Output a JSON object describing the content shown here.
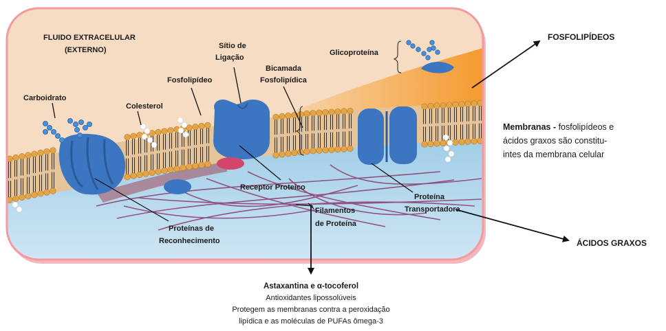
{
  "labels": {
    "fluido_line1": "FLUIDO EXTRACELULAR",
    "fluido_line2": "(EXTERNO)",
    "carboidrato": "Carboidrato",
    "colesterol": "Colesterol",
    "fosfolipideo": "Fosfolipídeo",
    "sitio_line1": "Sítio de",
    "sitio_line2": "Ligação",
    "bicamada_line1": "Bicamada",
    "bicamada_line2": "Fosfolipídica",
    "glicoproteina": "Glicoproteína",
    "receptor": "Receptor Proteico",
    "filamentos_line1": "Filamentos",
    "filamentos_line2": "de Proteína",
    "proteina_transp_line1": "Proteína",
    "proteina_transp_line2": "Transportadora",
    "reconhecimento_line1": "Proteínas de",
    "reconhecimento_line2": "Reconhecimento"
  },
  "side": {
    "fosfolipideos": "FOSFOLIPÍDEOS",
    "membranas_bold": "Membranas -",
    "membranas_line1": " fosfolipídeos e",
    "membranas_line2": "ácidos graxos são constitu-",
    "membranas_line3": "intes da membrana celular",
    "acidos_graxos": "ÁCIDOS GRAXOS"
  },
  "bottom": {
    "title": "Astaxantina e α-tocoferol",
    "line1": "Antioxidantes lipossolúveis",
    "line2": "Protegem as membranas contra a peroxidação",
    "line3": "lipídica e as moléculas de PUFAs ômega-3"
  },
  "colors": {
    "frame_border": "#f19aa0",
    "extracellular": "#f6dcc2",
    "cytoplasm": "#b9d9ec",
    "head": "#e3a548",
    "tail": "#2d2d2d",
    "protein": "#3c76c0",
    "protein_dark": "#2a5a9a",
    "orange_wedge": "#f7a53c",
    "receptor": "#d2466b",
    "filament": "#8a3a6e"
  }
}
